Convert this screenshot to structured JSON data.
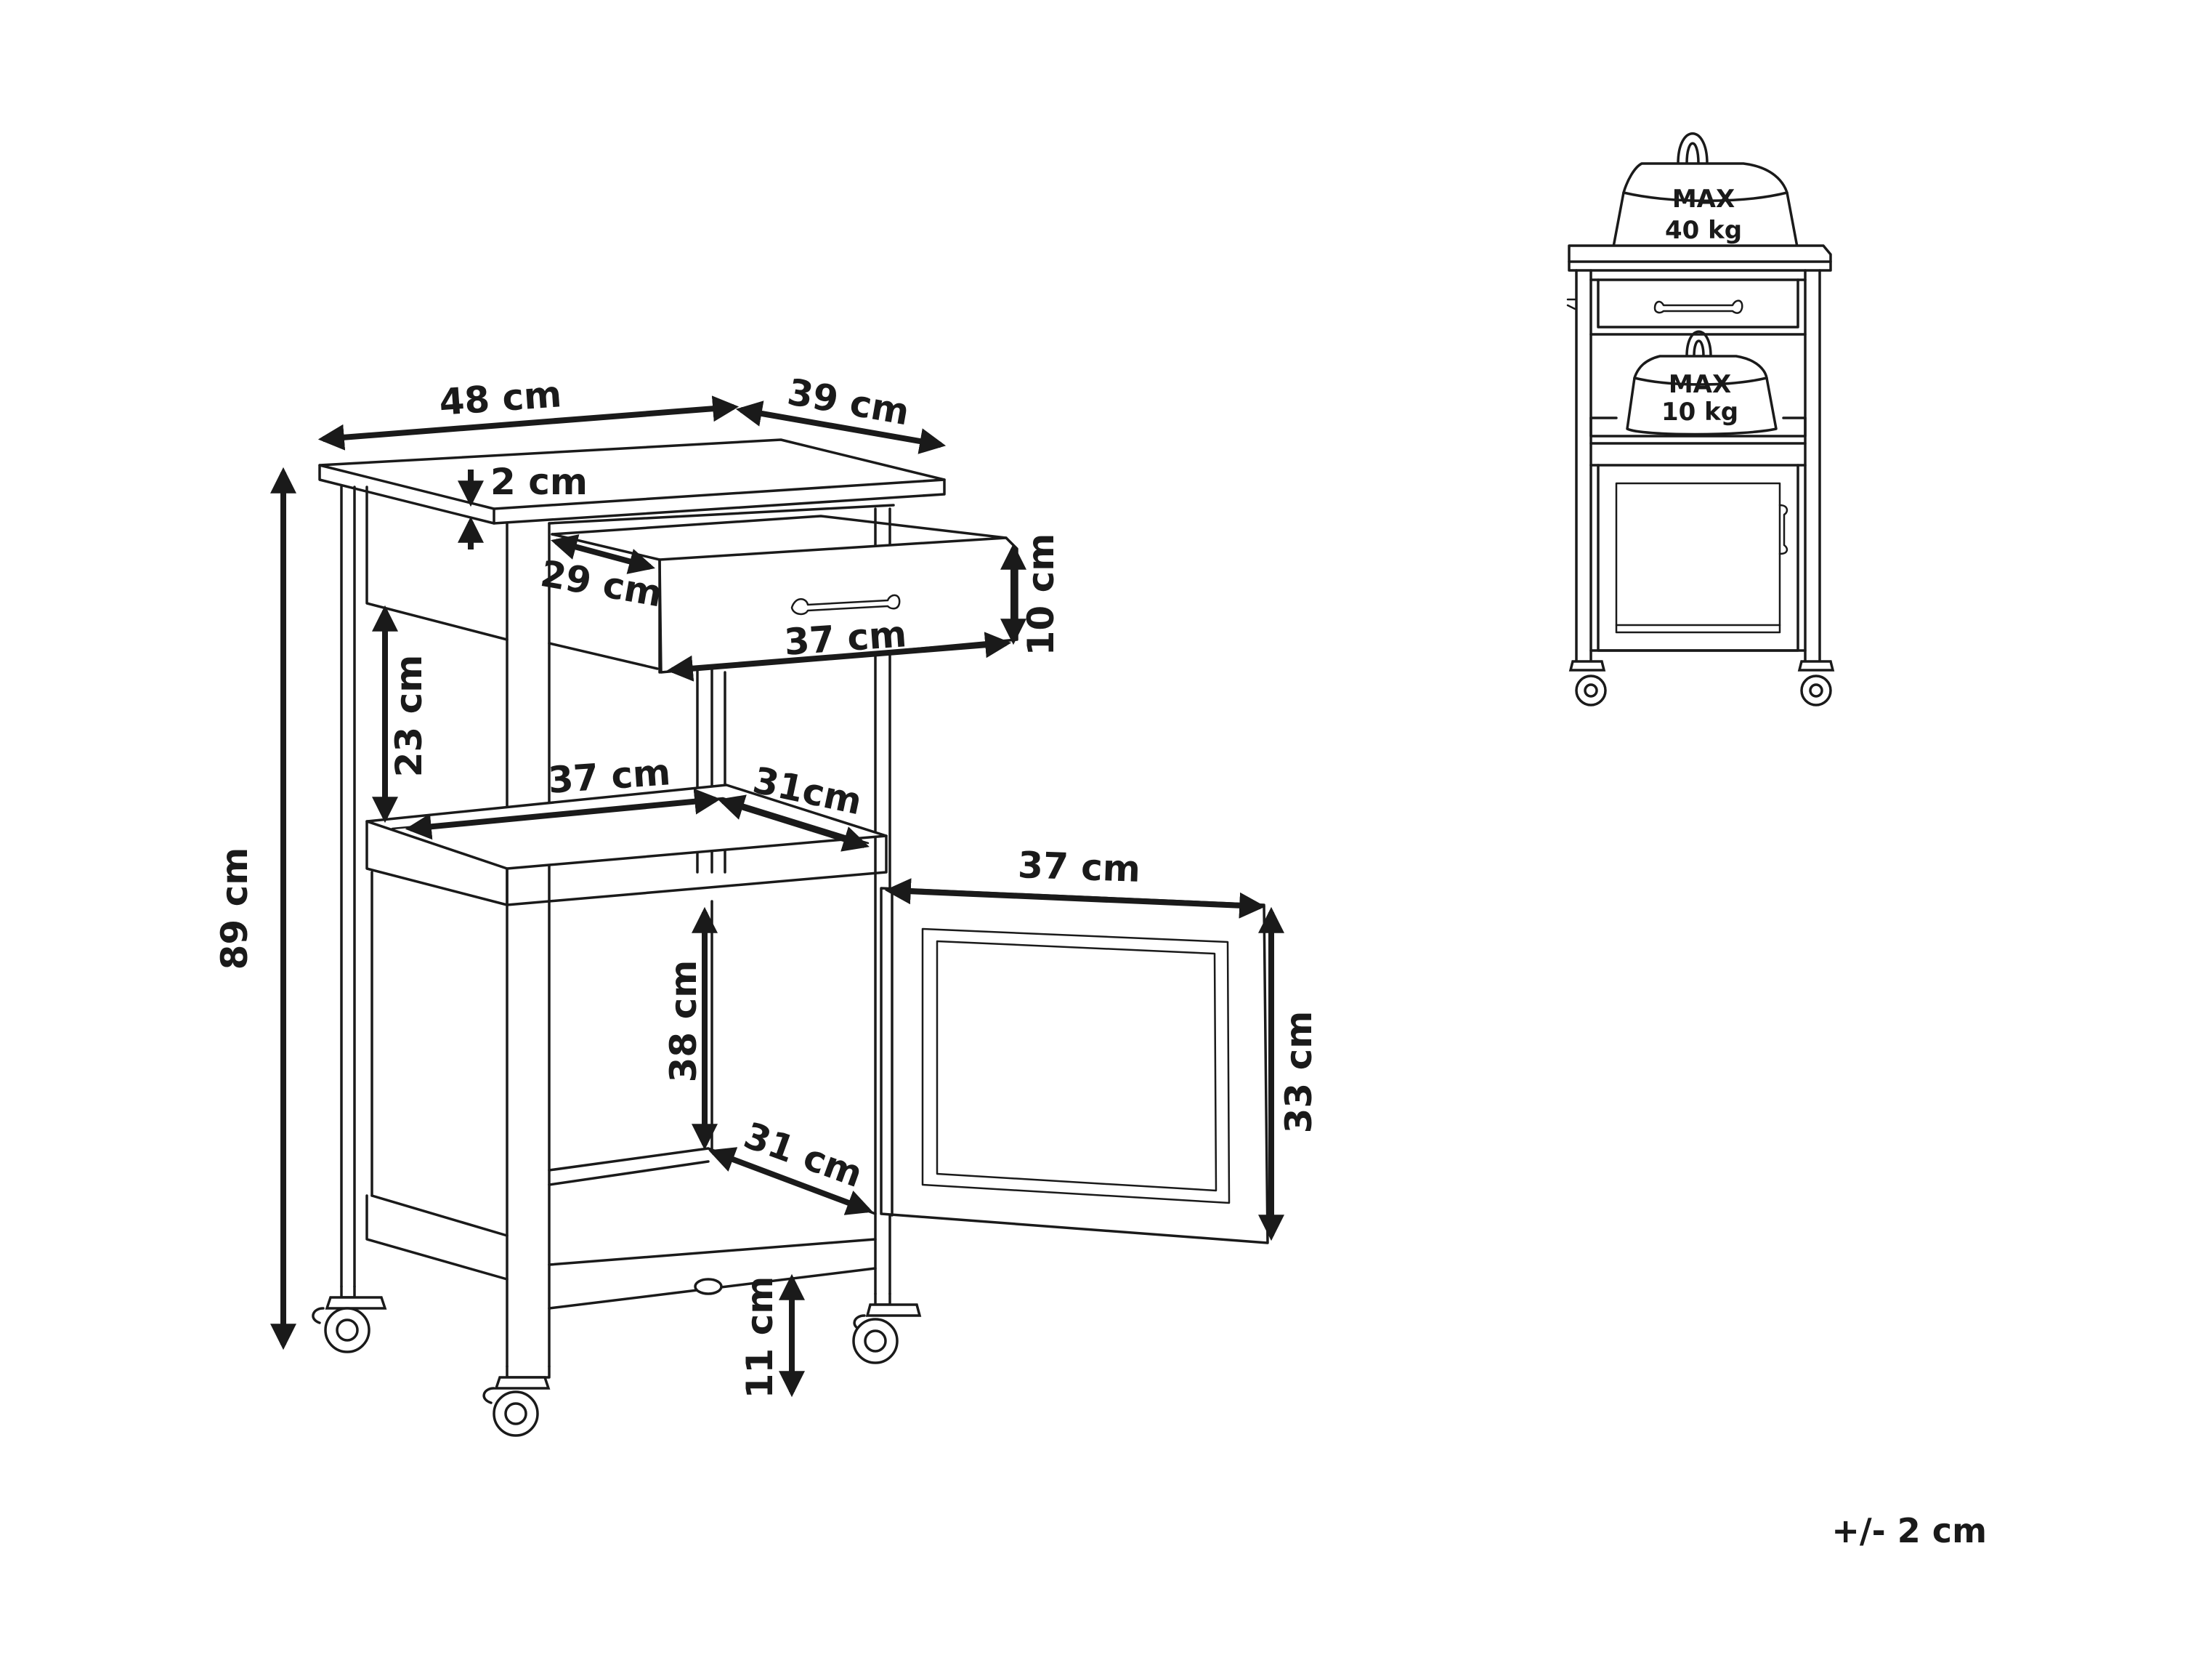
{
  "dimensions": {
    "top_width": "48 cm",
    "top_depth": "39 cm",
    "top_thickness": "2 cm",
    "total_height": "89 cm",
    "drawer_depth": "29 cm",
    "drawer_width": "37 cm",
    "drawer_height": "10 cm",
    "open_shelf_height": "23 cm",
    "shelf_width": "37 cm",
    "shelf_depth": "31cm",
    "door_width": "37 cm",
    "door_height": "33 cm",
    "cabinet_height": "38 cm",
    "cabinet_depth": "31 cm",
    "ground_clearance": "11 cm"
  },
  "load_info": {
    "top_max_label": "MAX",
    "top_max_value": "40 kg",
    "shelf_max_label": "MAX",
    "shelf_max_value": "10 kg"
  },
  "tolerance": "+/- 2 cm",
  "icons": [
    "weight-icon",
    "wheel-icon",
    "handle-icon"
  ]
}
